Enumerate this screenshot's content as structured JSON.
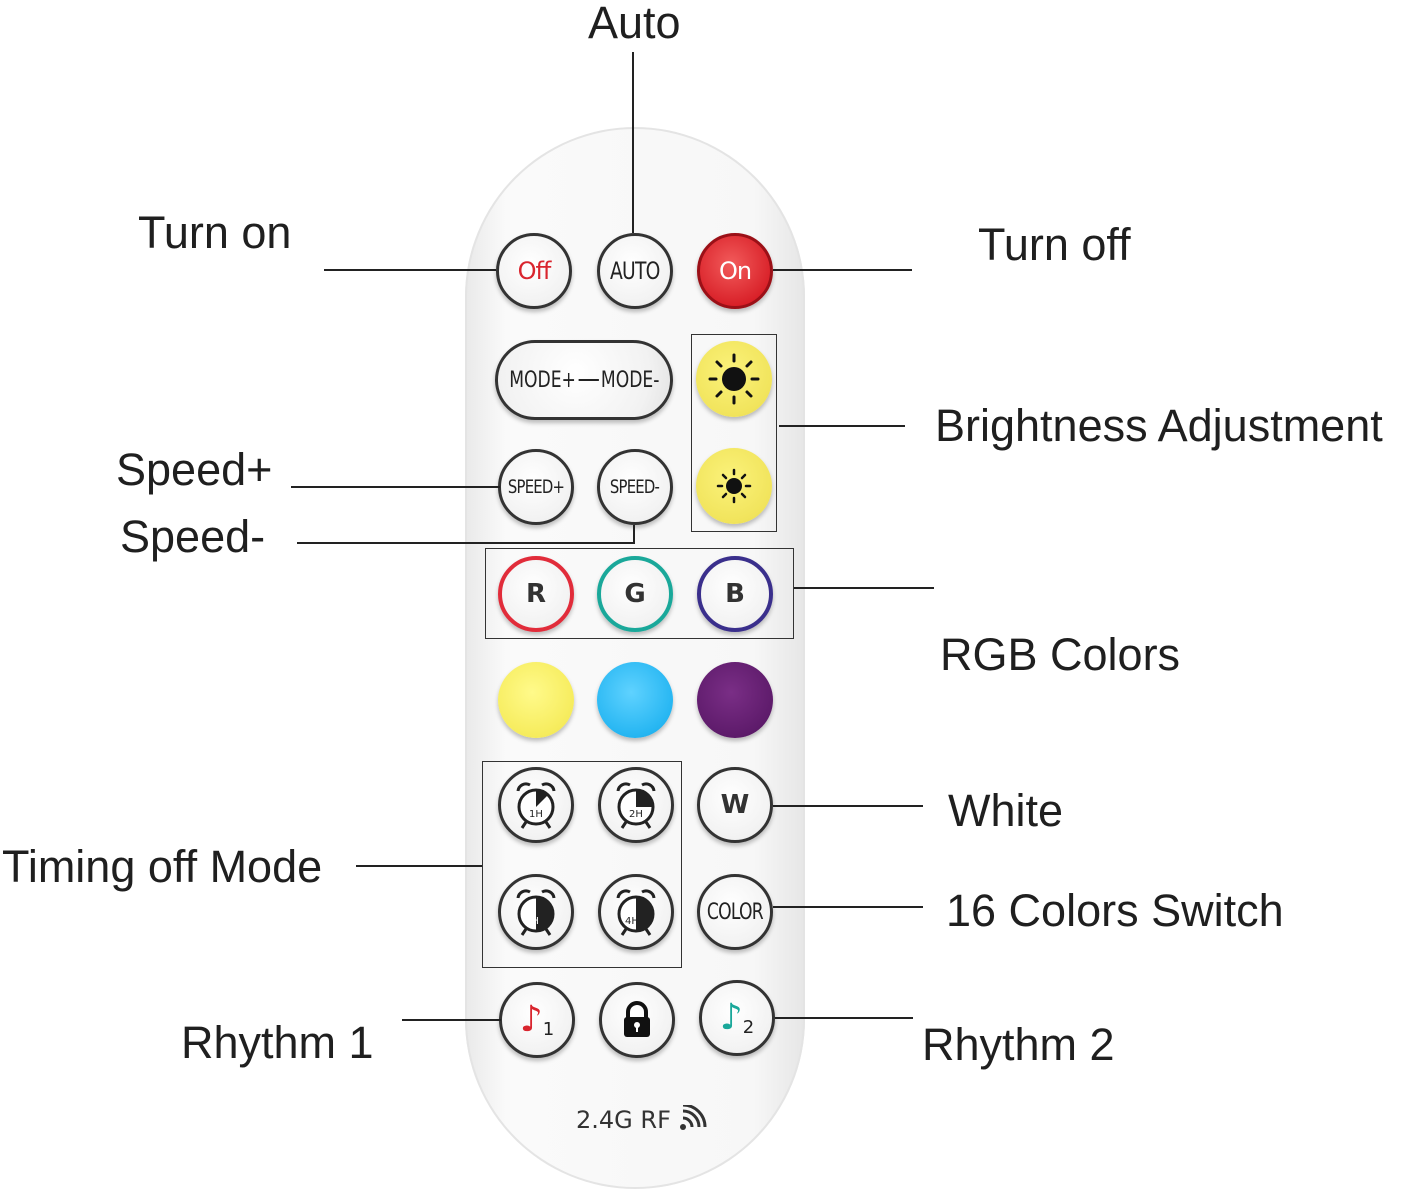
{
  "remote": {
    "buttons": {
      "off": "Off",
      "auto": "AUTO",
      "on": "On",
      "mode_plus": "MODE+",
      "mode_minus": "MODE-",
      "speed_plus": "SPEED+",
      "speed_minus": "SPEED-",
      "r": "R",
      "g": "G",
      "b": "B",
      "timer_1": "1H",
      "timer_2": "2H",
      "timer_3": "3H",
      "timer_4": "4H",
      "white": "W",
      "color": "COLOR",
      "rhythm_1_num": "1",
      "rhythm_2_num": "2"
    },
    "swatches": [
      "#f6ec5d",
      "#26b6f2",
      "#5e1b6b"
    ],
    "footer": "2.4G RF"
  },
  "callouts": {
    "auto": "Auto",
    "turn_on": "Turn on",
    "turn_off": "Turn off",
    "brightness": "Brightness Adjustment",
    "speed_plus": "Speed+",
    "speed_minus": "Speed-",
    "rgb_colors": "RGB Colors",
    "white": "White",
    "timing_off_mode": "Timing off Mode",
    "colors_switch": "16 Colors Switch",
    "rhythm_1": "Rhythm 1",
    "rhythm_2": "Rhythm 2"
  },
  "colors": {
    "on_button": "#d81f27",
    "r_ring": "#e12c3a",
    "g_ring": "#1aa89a",
    "b_ring": "#3a2f8c",
    "rhythm_1_note": "#d9252e",
    "rhythm_2_note": "#1aa89a"
  }
}
